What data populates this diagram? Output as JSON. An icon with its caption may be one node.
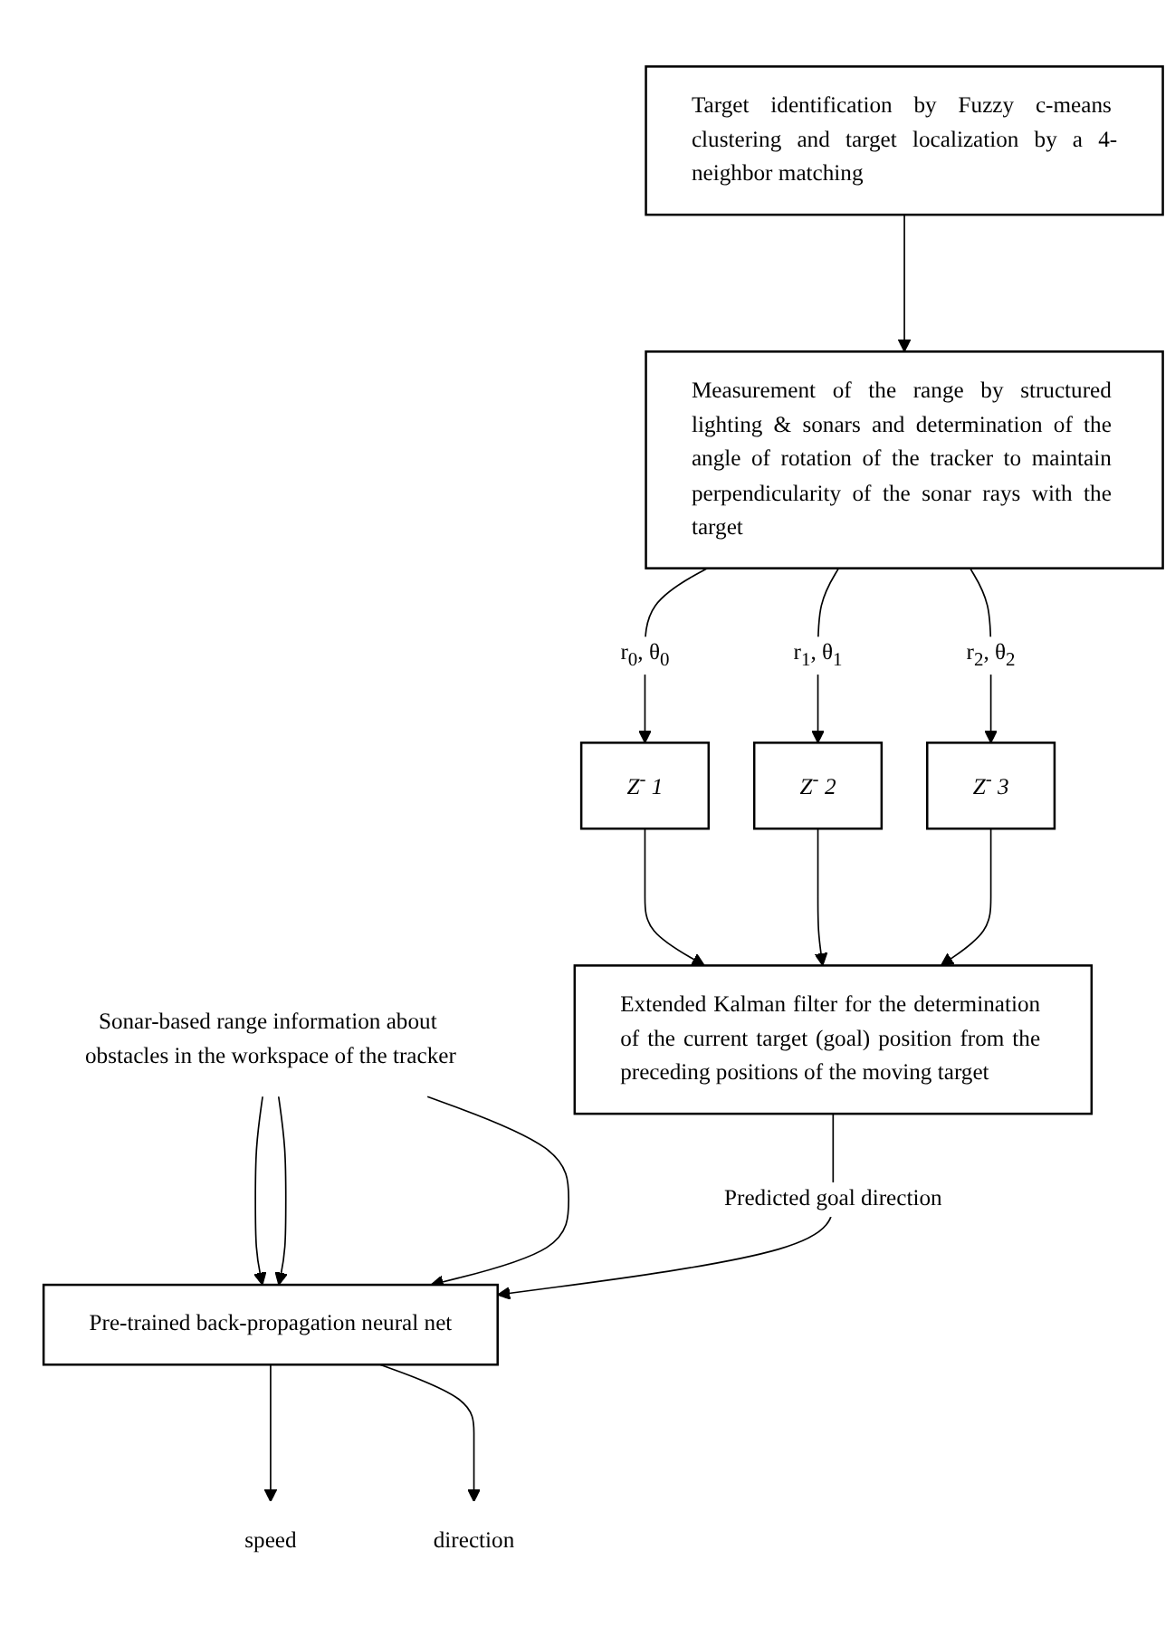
{
  "diagram": {
    "nodes": [
      {
        "text": [
          "Target identification by Fuzzy c-means clustering and target localization by a 4-neighbor matching"
        ]
      },
      {
        "text": [
          "Measurement of the range by structured lighting & sonars and determination of the angle of rotation of the tracker to maintain perpendicularity of the sonar rays with the target"
        ]
      },
      {
        "text": [
          "Z$^{-}$ 1"
        ]
      },
      {
        "text": [
          "Z$^{-}$ 2"
        ]
      },
      {
        "text": [
          "Z$^{-}$ 3"
        ]
      },
      {
        "text": [
          "Extended Kalman filter for the determination of the current target (goal) position from the preceding positions of the moving target"
        ]
      },
      {
        "text": [
          "Sonar-based range information about obstacles in the workspace of the tracker"
        ]
      },
      {
        "text": [
          "Pre-trained back-propagation neural net"
        ]
      },
      {
        "text": [
          "speed"
        ]
      },
      {
        "text": [
          "direction"
        ]
      }
    ],
    "edges": [
      {
        "from": 0,
        "to": 1,
        "arrow": "to"
      },
      {
        "from": 1,
        "to": 2,
        "arrow": "to",
        "label": "r$_{0}$, θ$_{0}$"
      },
      {
        "from": 1,
        "to": 3,
        "arrow": "to",
        "label": "r$_{1}$, θ$_{1}$"
      },
      {
        "from": 1,
        "to": 4,
        "arrow": "to",
        "label": "r$_{2}$, θ$_{2}$"
      },
      {
        "from": 2,
        "to": 5,
        "arrow": "to"
      },
      {
        "from": 3,
        "to": 5,
        "arrow": "to"
      },
      {
        "from": 4,
        "to": 5,
        "arrow": "to"
      },
      {
        "from": 6,
        "to": 7,
        "arrow": "to"
      },
      {
        "from": 6,
        "to": 7,
        "arrow": "to"
      },
      {
        "from": 6,
        "to": 7,
        "arrow": "to"
      },
      {
        "from": 5,
        "to": 7,
        "arrow": "to",
        "label": "Predicted goal direction"
      },
      {
        "from": 7,
        "to": 8,
        "arrow": "to"
      },
      {
        "from": 7,
        "to": 9,
        "arrow": "to"
      }
    ]
  }
}
